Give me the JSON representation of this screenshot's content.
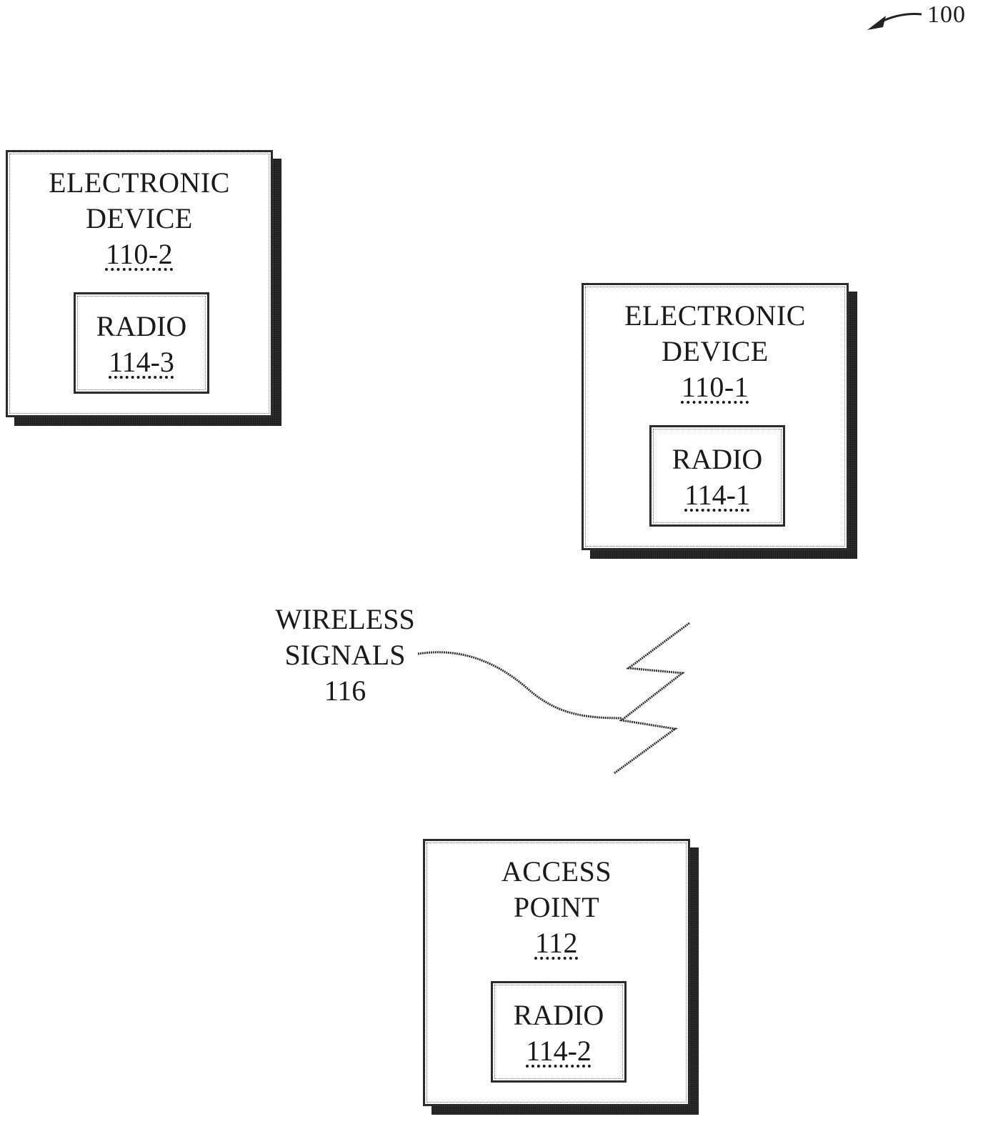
{
  "figure": {
    "ref_number": "100"
  },
  "devices": [
    {
      "title_line1": "ELECTRONIC",
      "title_line2": "DEVICE",
      "ref": "110-2",
      "radio": {
        "label": "RADIO",
        "ref": "114-3"
      }
    },
    {
      "title_line1": "ELECTRONIC",
      "title_line2": "DEVICE",
      "ref": "110-1",
      "radio": {
        "label": "RADIO",
        "ref": "114-1"
      }
    }
  ],
  "access_point": {
    "title_line1": "ACCESS",
    "title_line2": "POINT",
    "ref": "112",
    "radio": {
      "label": "RADIO",
      "ref": "114-2"
    }
  },
  "wireless": {
    "line1": "WIRELESS",
    "line2": "SIGNALS",
    "ref": "116"
  }
}
